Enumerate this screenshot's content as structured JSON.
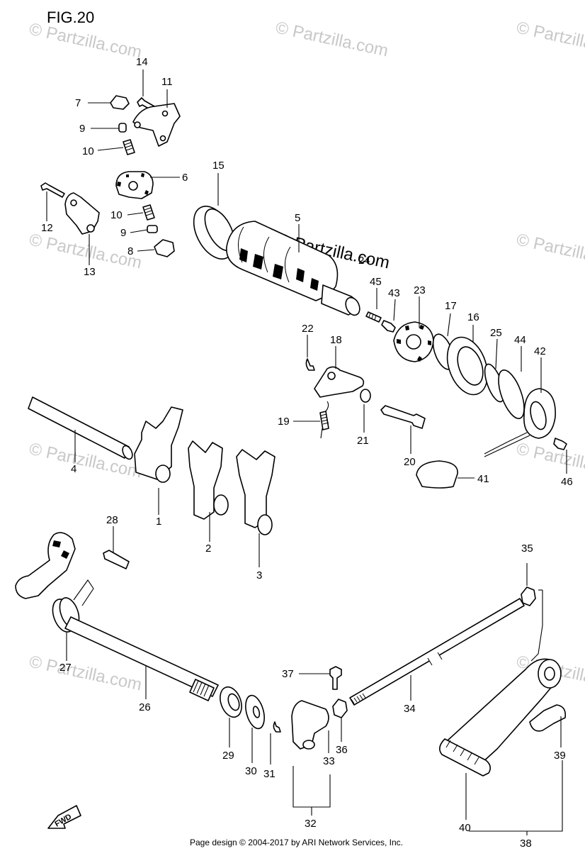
{
  "figure": {
    "title": "FIG.20"
  },
  "watermarks": {
    "small": "© Partzilla.com",
    "center": "© Partzilla.com"
  },
  "callouts": [
    {
      "id": "c1",
      "text": "1"
    },
    {
      "id": "c2",
      "text": "2"
    },
    {
      "id": "c3",
      "text": "3"
    },
    {
      "id": "c4",
      "text": "4"
    },
    {
      "id": "c5",
      "text": "5"
    },
    {
      "id": "c6",
      "text": "6"
    },
    {
      "id": "c7",
      "text": "7"
    },
    {
      "id": "c8",
      "text": "8"
    },
    {
      "id": "c9a",
      "text": "9"
    },
    {
      "id": "c9b",
      "text": "9"
    },
    {
      "id": "c10a",
      "text": "10"
    },
    {
      "id": "c10b",
      "text": "10"
    },
    {
      "id": "c11",
      "text": "11"
    },
    {
      "id": "c12",
      "text": "12"
    },
    {
      "id": "c13",
      "text": "13"
    },
    {
      "id": "c14",
      "text": "14"
    },
    {
      "id": "c15",
      "text": "15"
    },
    {
      "id": "c16",
      "text": "16"
    },
    {
      "id": "c17",
      "text": "17"
    },
    {
      "id": "c18",
      "text": "18"
    },
    {
      "id": "c19",
      "text": "19"
    },
    {
      "id": "c20",
      "text": "20"
    },
    {
      "id": "c21",
      "text": "21"
    },
    {
      "id": "c22",
      "text": "22"
    },
    {
      "id": "c23",
      "text": "23"
    },
    {
      "id": "c24",
      "text": "24"
    },
    {
      "id": "c25",
      "text": "25"
    },
    {
      "id": "c26",
      "text": "26"
    },
    {
      "id": "c27",
      "text": "27"
    },
    {
      "id": "c28",
      "text": "28"
    },
    {
      "id": "c29",
      "text": "29"
    },
    {
      "id": "c30",
      "text": "30"
    },
    {
      "id": "c31",
      "text": "31"
    },
    {
      "id": "c32",
      "text": "32"
    },
    {
      "id": "c33",
      "text": "33"
    },
    {
      "id": "c34",
      "text": "34"
    },
    {
      "id": "c35",
      "text": "35"
    },
    {
      "id": "c36",
      "text": "36"
    },
    {
      "id": "c37",
      "text": "37"
    },
    {
      "id": "c38",
      "text": "38"
    },
    {
      "id": "c39",
      "text": "39"
    },
    {
      "id": "c40",
      "text": "40"
    },
    {
      "id": "c41",
      "text": "41"
    },
    {
      "id": "c42",
      "text": "42"
    },
    {
      "id": "c43",
      "text": "43"
    },
    {
      "id": "c44",
      "text": "44"
    },
    {
      "id": "c45",
      "text": "45"
    },
    {
      "id": "c46",
      "text": "46"
    }
  ],
  "fwd_label": "FWD",
  "footer": "Page design © 2004-2017 by ARI Network Services, Inc."
}
